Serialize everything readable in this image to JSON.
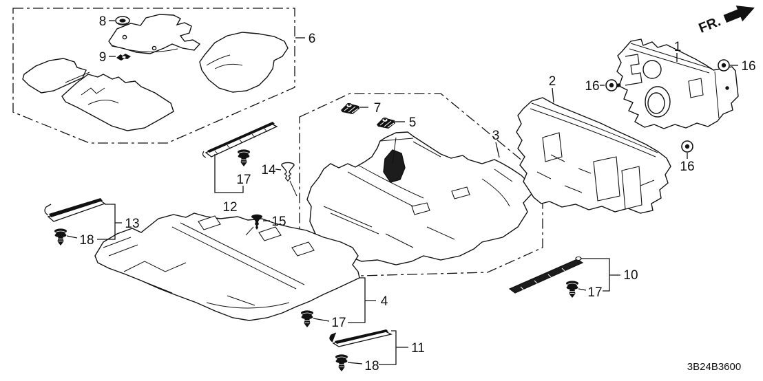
{
  "diagram": {
    "part_code": "3B24B3600",
    "direction": "FR.",
    "callouts": {
      "n1": "1",
      "n2": "2",
      "n3": "3",
      "n4": "4",
      "n5": "5",
      "n6": "6",
      "n7": "7",
      "n8": "8",
      "n9": "9",
      "n10": "10",
      "n11": "11",
      "n12": "12",
      "n13": "13",
      "n14": "14",
      "n15": "15",
      "n16": "16",
      "n17": "17",
      "n18": "18"
    }
  }
}
